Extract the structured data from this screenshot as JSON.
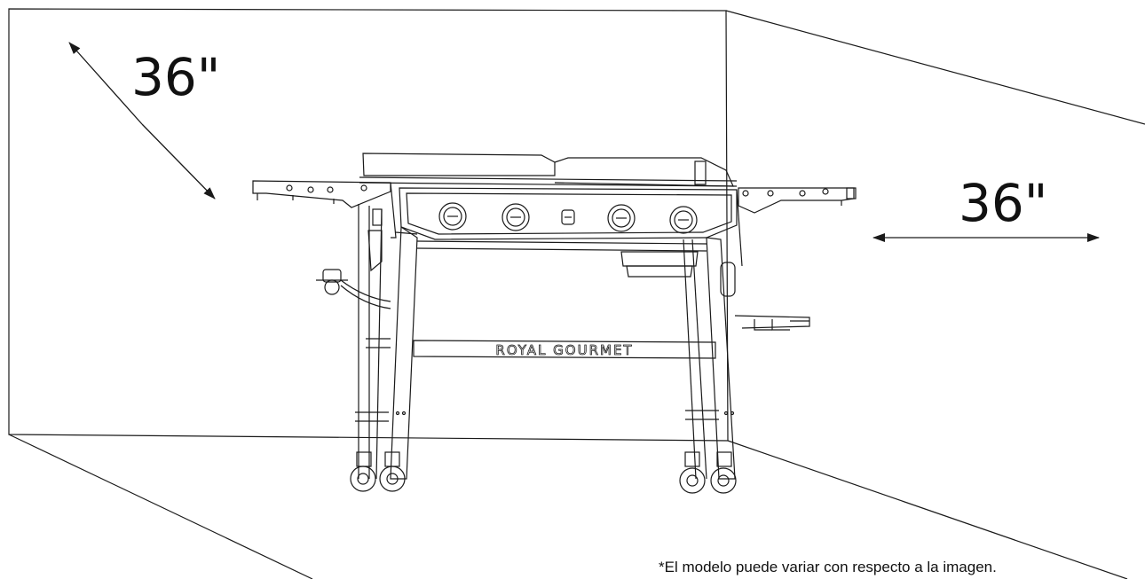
{
  "clearance": {
    "left_label": "36\"",
    "right_label": "36\""
  },
  "brand_text": "ROYAL GOURMET",
  "disclaimer": "*El modelo puede variar con respecto a la imagen.",
  "colors": {
    "line": "#1a1a1a",
    "background": "#ffffff"
  }
}
